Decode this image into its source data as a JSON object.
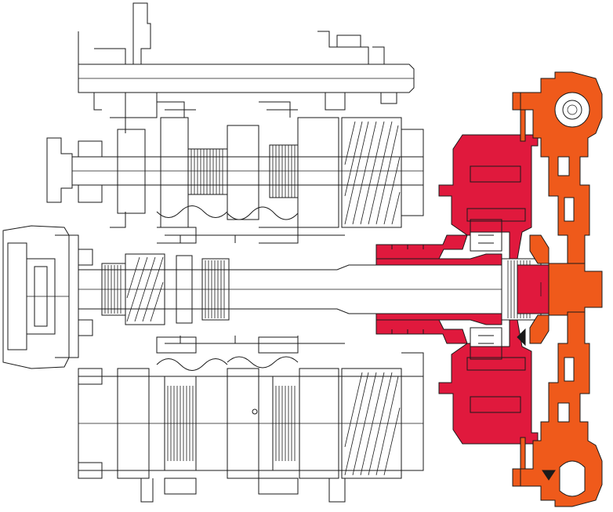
{
  "diagram": {
    "colors": {
      "background": "#ffffff",
      "outline": "#1a1a1a",
      "clutch_highlight": "#e0193d",
      "housing_highlight": "#ef5a1b"
    },
    "components": [
      "upper-shaft",
      "upper-gear-shaft",
      "main-input-shaft",
      "lower-gear-shaft",
      "left-end-housing",
      "dual-clutch-pack",
      "clutch-housing"
    ]
  }
}
